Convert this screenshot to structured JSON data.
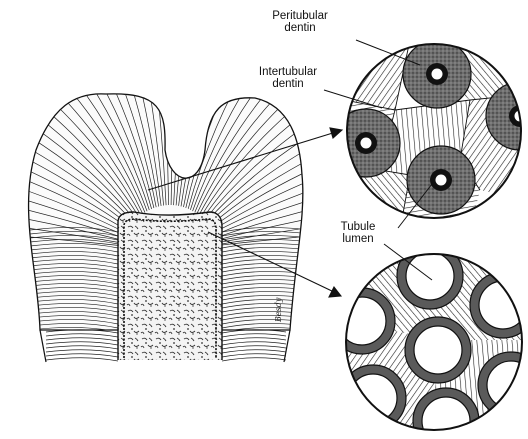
{
  "labels": {
    "peritubular": [
      "Peritubular",
      "dentin"
    ],
    "intertubular": [
      "Intertubular",
      "dentin"
    ],
    "tubule_lumen": [
      "Tubule",
      "lumen"
    ]
  },
  "signature": "Besdy",
  "colors": {
    "ink": "#111111",
    "peritubular_fill": "#7a7a7a",
    "matrix_fill": "#9c9c9c",
    "background": "#ffffff"
  }
}
